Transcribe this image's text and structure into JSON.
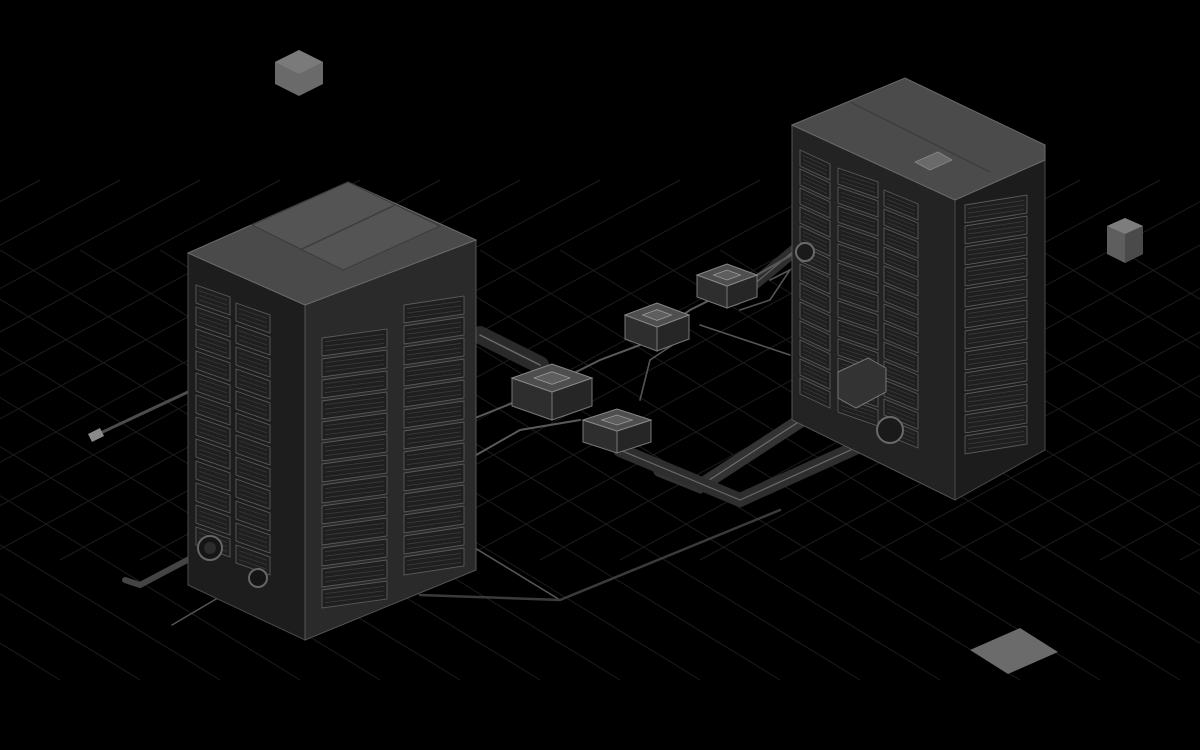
{
  "scene": {
    "subject": "",
    "racks": [
      {
        "id": "left",
        "bays_per_column": 13
      },
      {
        "id": "right",
        "bays_per_column": 13
      }
    ],
    "junction_boxes": 4,
    "floating_cubes": 3
  },
  "colors": {
    "background": "#000000",
    "grid": "#1c1c1c",
    "rack_front": "#2b2b2b",
    "rack_side": "#1a1a1a",
    "rack_top": "#4a4a4a",
    "bay": "#1f1f1f",
    "bay_edge": "#595959",
    "cable": "#3a3a3a",
    "cable_edge": "#6d6d6d",
    "box_top": "#4e4e4e",
    "box_front": "#2e2e2e",
    "cube": "#6b6b6b"
  }
}
